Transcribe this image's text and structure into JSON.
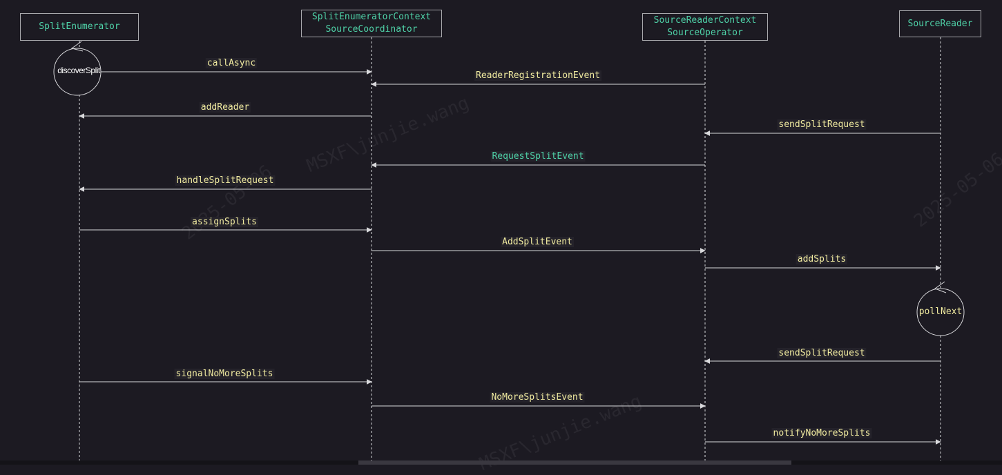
{
  "participants": [
    {
      "id": "enum",
      "lines": [
        "SplitEnumerator"
      ]
    },
    {
      "id": "coord",
      "lines": [
        "SplitEnumeratorContext",
        "SourceCoordinator"
      ]
    },
    {
      "id": "op",
      "lines": [
        "SourceReaderContext",
        "SourceOperator"
      ]
    },
    {
      "id": "reader",
      "lines": [
        "SourceReader"
      ]
    }
  ],
  "loops": [
    {
      "id": "discover",
      "label": "discoverSplit"
    },
    {
      "id": "poll",
      "label": "pollNext"
    }
  ],
  "messages": [
    {
      "label": "callAsync",
      "from": "enum",
      "to": "coord"
    },
    {
      "label": "ReaderRegistrationEvent",
      "from": "op",
      "to": "coord"
    },
    {
      "label": "addReader",
      "from": "coord",
      "to": "enum"
    },
    {
      "label": "sendSplitRequest",
      "from": "reader",
      "to": "op"
    },
    {
      "label": "RequestSplitEvent",
      "from": "op",
      "to": "coord",
      "color": "#4fd2a8"
    },
    {
      "label": "handleSplitRequest",
      "from": "coord",
      "to": "enum"
    },
    {
      "label": "assignSplits",
      "from": "enum",
      "to": "coord"
    },
    {
      "label": "AddSplitEvent",
      "from": "coord",
      "to": "op"
    },
    {
      "label": "addSplits",
      "from": "op",
      "to": "reader"
    },
    {
      "label": "sendSplitRequest",
      "from": "reader",
      "to": "op"
    },
    {
      "label": "signalNoMoreSplits",
      "from": "enum",
      "to": "coord"
    },
    {
      "label": "NoMoreSplitsEvent",
      "from": "coord",
      "to": "op"
    },
    {
      "label": "notifyNoMoreSplits",
      "from": "op",
      "to": "reader"
    }
  ],
  "watermarks": [
    "MSXF\\junjie.wang",
    "2025-05-06",
    "2025-05-06",
    "MSXF\\junjie.wang"
  ],
  "colors": {
    "background": "#1c1a22",
    "line": "#d9d9dc",
    "actor_text": "#4fd2a8",
    "message_text": "#f1eba0"
  }
}
